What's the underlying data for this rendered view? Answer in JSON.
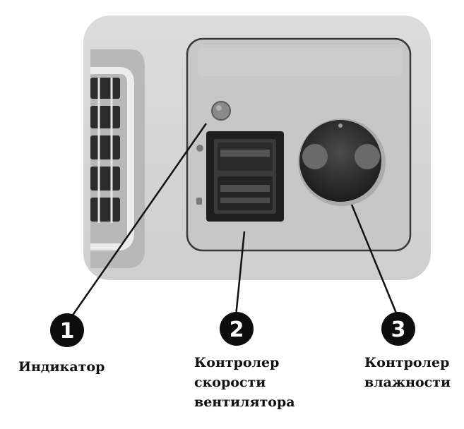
{
  "callouts": [
    {
      "number": "1",
      "label_lines": [
        "Индикатор"
      ]
    },
    {
      "number": "2",
      "label_lines": [
        "Контролер",
        "скорости",
        "вентилятора"
      ]
    },
    {
      "number": "3",
      "label_lines": [
        "Контролер",
        "влажности"
      ]
    }
  ],
  "colors": {
    "housing": "#d2d2d2",
    "panel": "#c4c4c4",
    "switch_dark": "#2a2a2a",
    "knob": "#333333",
    "badge": "#0d0d0d",
    "leader_line": "#111111",
    "label_text": "#111111"
  }
}
